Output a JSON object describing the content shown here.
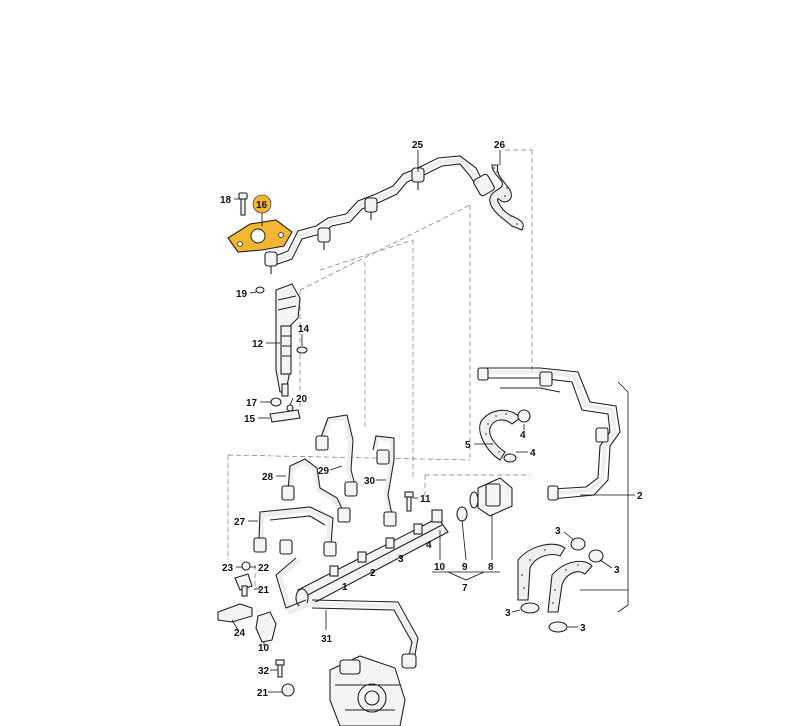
{
  "highlight_color": "#f2b632",
  "callouts": [
    {
      "id": "c25",
      "text": "25"
    },
    {
      "id": "c26",
      "text": "26"
    },
    {
      "id": "c18",
      "text": "18"
    },
    {
      "id": "c16",
      "text": "16"
    },
    {
      "id": "c19",
      "text": "19"
    },
    {
      "id": "c14",
      "text": "14"
    },
    {
      "id": "c12",
      "text": "12"
    },
    {
      "id": "c17",
      "text": "17"
    },
    {
      "id": "c20",
      "text": "20"
    },
    {
      "id": "c15",
      "text": "15"
    },
    {
      "id": "c4a",
      "text": "4"
    },
    {
      "id": "c5",
      "text": "5"
    },
    {
      "id": "c4b",
      "text": "4"
    },
    {
      "id": "c2",
      "text": "2"
    },
    {
      "id": "c28",
      "text": "28"
    },
    {
      "id": "c29",
      "text": "29"
    },
    {
      "id": "c30",
      "text": "30"
    },
    {
      "id": "c11",
      "text": "11"
    },
    {
      "id": "c27",
      "text": "27"
    },
    {
      "id": "c10a",
      "text": "10"
    },
    {
      "id": "c9",
      "text": "9"
    },
    {
      "id": "c8",
      "text": "8"
    },
    {
      "id": "c7",
      "text": "7"
    },
    {
      "id": "c3a",
      "text": "3"
    },
    {
      "id": "c3b",
      "text": "3"
    },
    {
      "id": "c3c",
      "text": "3"
    },
    {
      "id": "c3d",
      "text": "3"
    },
    {
      "id": "c23",
      "text": "23"
    },
    {
      "id": "c22",
      "text": "22"
    },
    {
      "id": "c21a",
      "text": "21"
    },
    {
      "id": "c24",
      "text": "24"
    },
    {
      "id": "c10b",
      "text": "10"
    },
    {
      "id": "c31",
      "text": "31"
    },
    {
      "id": "c32",
      "text": "32"
    },
    {
      "id": "c21b",
      "text": "21"
    }
  ],
  "rail_marks": [
    "1",
    "2",
    "3",
    "4"
  ]
}
